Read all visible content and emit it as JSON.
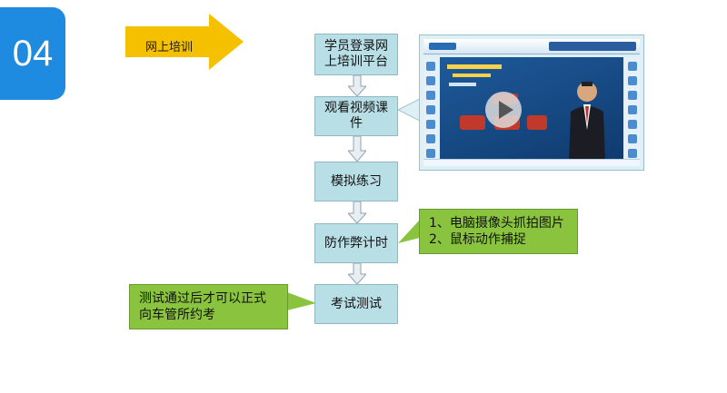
{
  "badge": {
    "number": "04"
  },
  "tag": {
    "label": "网上培训",
    "color": "#f5c000"
  },
  "steps": [
    {
      "label": "学员登录网上培训平台"
    },
    {
      "label": "观看视频课件"
    },
    {
      "label": "模拟练习"
    },
    {
      "label": "防作弊计时"
    },
    {
      "label": "考试测试"
    }
  ],
  "notes": {
    "anti_cheat": [
      "1、电脑摄像头抓拍图片",
      "2、鼠标动作捕捉"
    ],
    "exam": [
      "测试通过后才可以正式",
      "向车管所约考"
    ]
  },
  "colors": {
    "badge": "#1f8be0",
    "step_fill": "#b9dfe6",
    "note_fill": "#8ac43f"
  }
}
